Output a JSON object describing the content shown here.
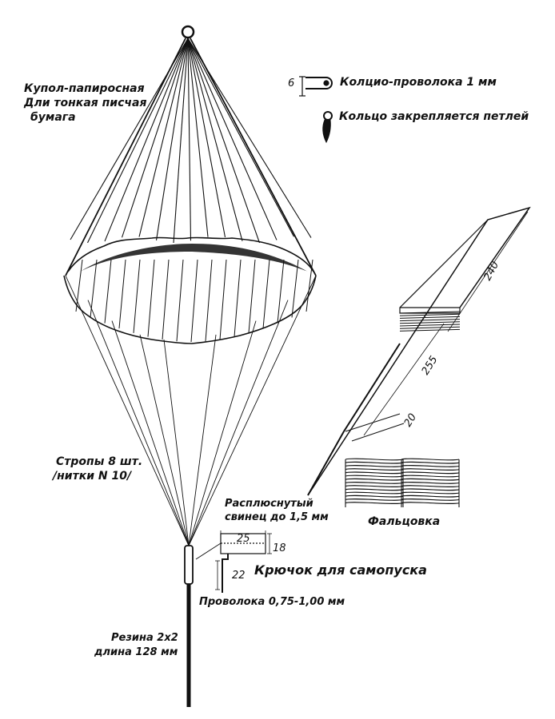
{
  "labels": {
    "canopy_line1": "Купол-папиросная",
    "canopy_line2": "Дли тонкая писчая",
    "canopy_line3": "бумага",
    "ring_wire": "Колцио-проволока 1 мм",
    "ring_loop": "Кольцо закрепляется петлей",
    "lines_line1": "Стропы 8 шт.",
    "lines_line2": "/нитки N 10/",
    "lead_line1": "Расплюснутый",
    "lead_line2": "свинец до 1,5 мм",
    "hook": "Крючок для самопуска",
    "wire": "Проволока 0,75-1,00 мм",
    "rubber_line1": "Резина 2x2",
    "rubber_line2": "длина 128 мм",
    "folding": "Фальцовка"
  },
  "dimensions": {
    "ring_height": "6",
    "weight_width": "25",
    "weight_height": "18",
    "hook_length": "22",
    "strip_length": "240",
    "fold_length": "255",
    "fold_width": "20"
  }
}
